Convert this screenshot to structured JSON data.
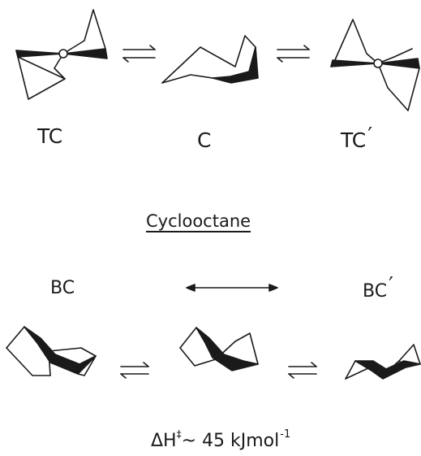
{
  "title": "Cyclooctane",
  "top_row": {
    "left_label": "TC",
    "center_label": "C",
    "right_label": "TC",
    "right_prime": "′"
  },
  "bottom_row": {
    "left_label": "BC",
    "right_label": "BC",
    "right_prime": "′"
  },
  "energy": {
    "prefix": "ΔH",
    "dagger": "‡",
    "value": "~ 45 kJmol",
    "exponent": "-1"
  },
  "colors": {
    "ink": "#1a1a1a",
    "background": "#ffffff"
  }
}
